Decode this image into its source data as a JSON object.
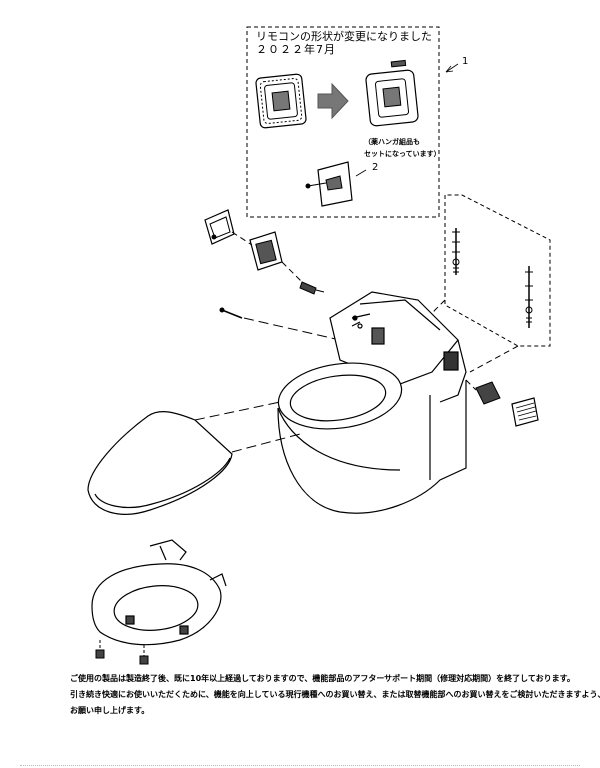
{
  "diagram": {
    "remote_notice": {
      "title": "リモコンの形状が変更になりました",
      "date": "２０２２年7月",
      "sub_note_line1": "（薬ハンガ組品も",
      "sub_note_line2": "セットになっています）"
    },
    "callouts": [
      "1",
      "2"
    ]
  },
  "notice": {
    "line1": "ご使用の製品は製造終了後、既に10年以上経過しておりますので、機能部品のアフターサポート期間（修理対応期間）を終了しております。",
    "line2": "引き続き快適にお使いいただくために、機能を向上している現行機種へのお買い替え、または取替機能部へのお買い替えをご検討いただきますよう、",
    "line3": "お願い申し上げます。"
  },
  "colors": {
    "line": "#000000",
    "arrow": "#777777",
    "part_fill": "#555555"
  }
}
